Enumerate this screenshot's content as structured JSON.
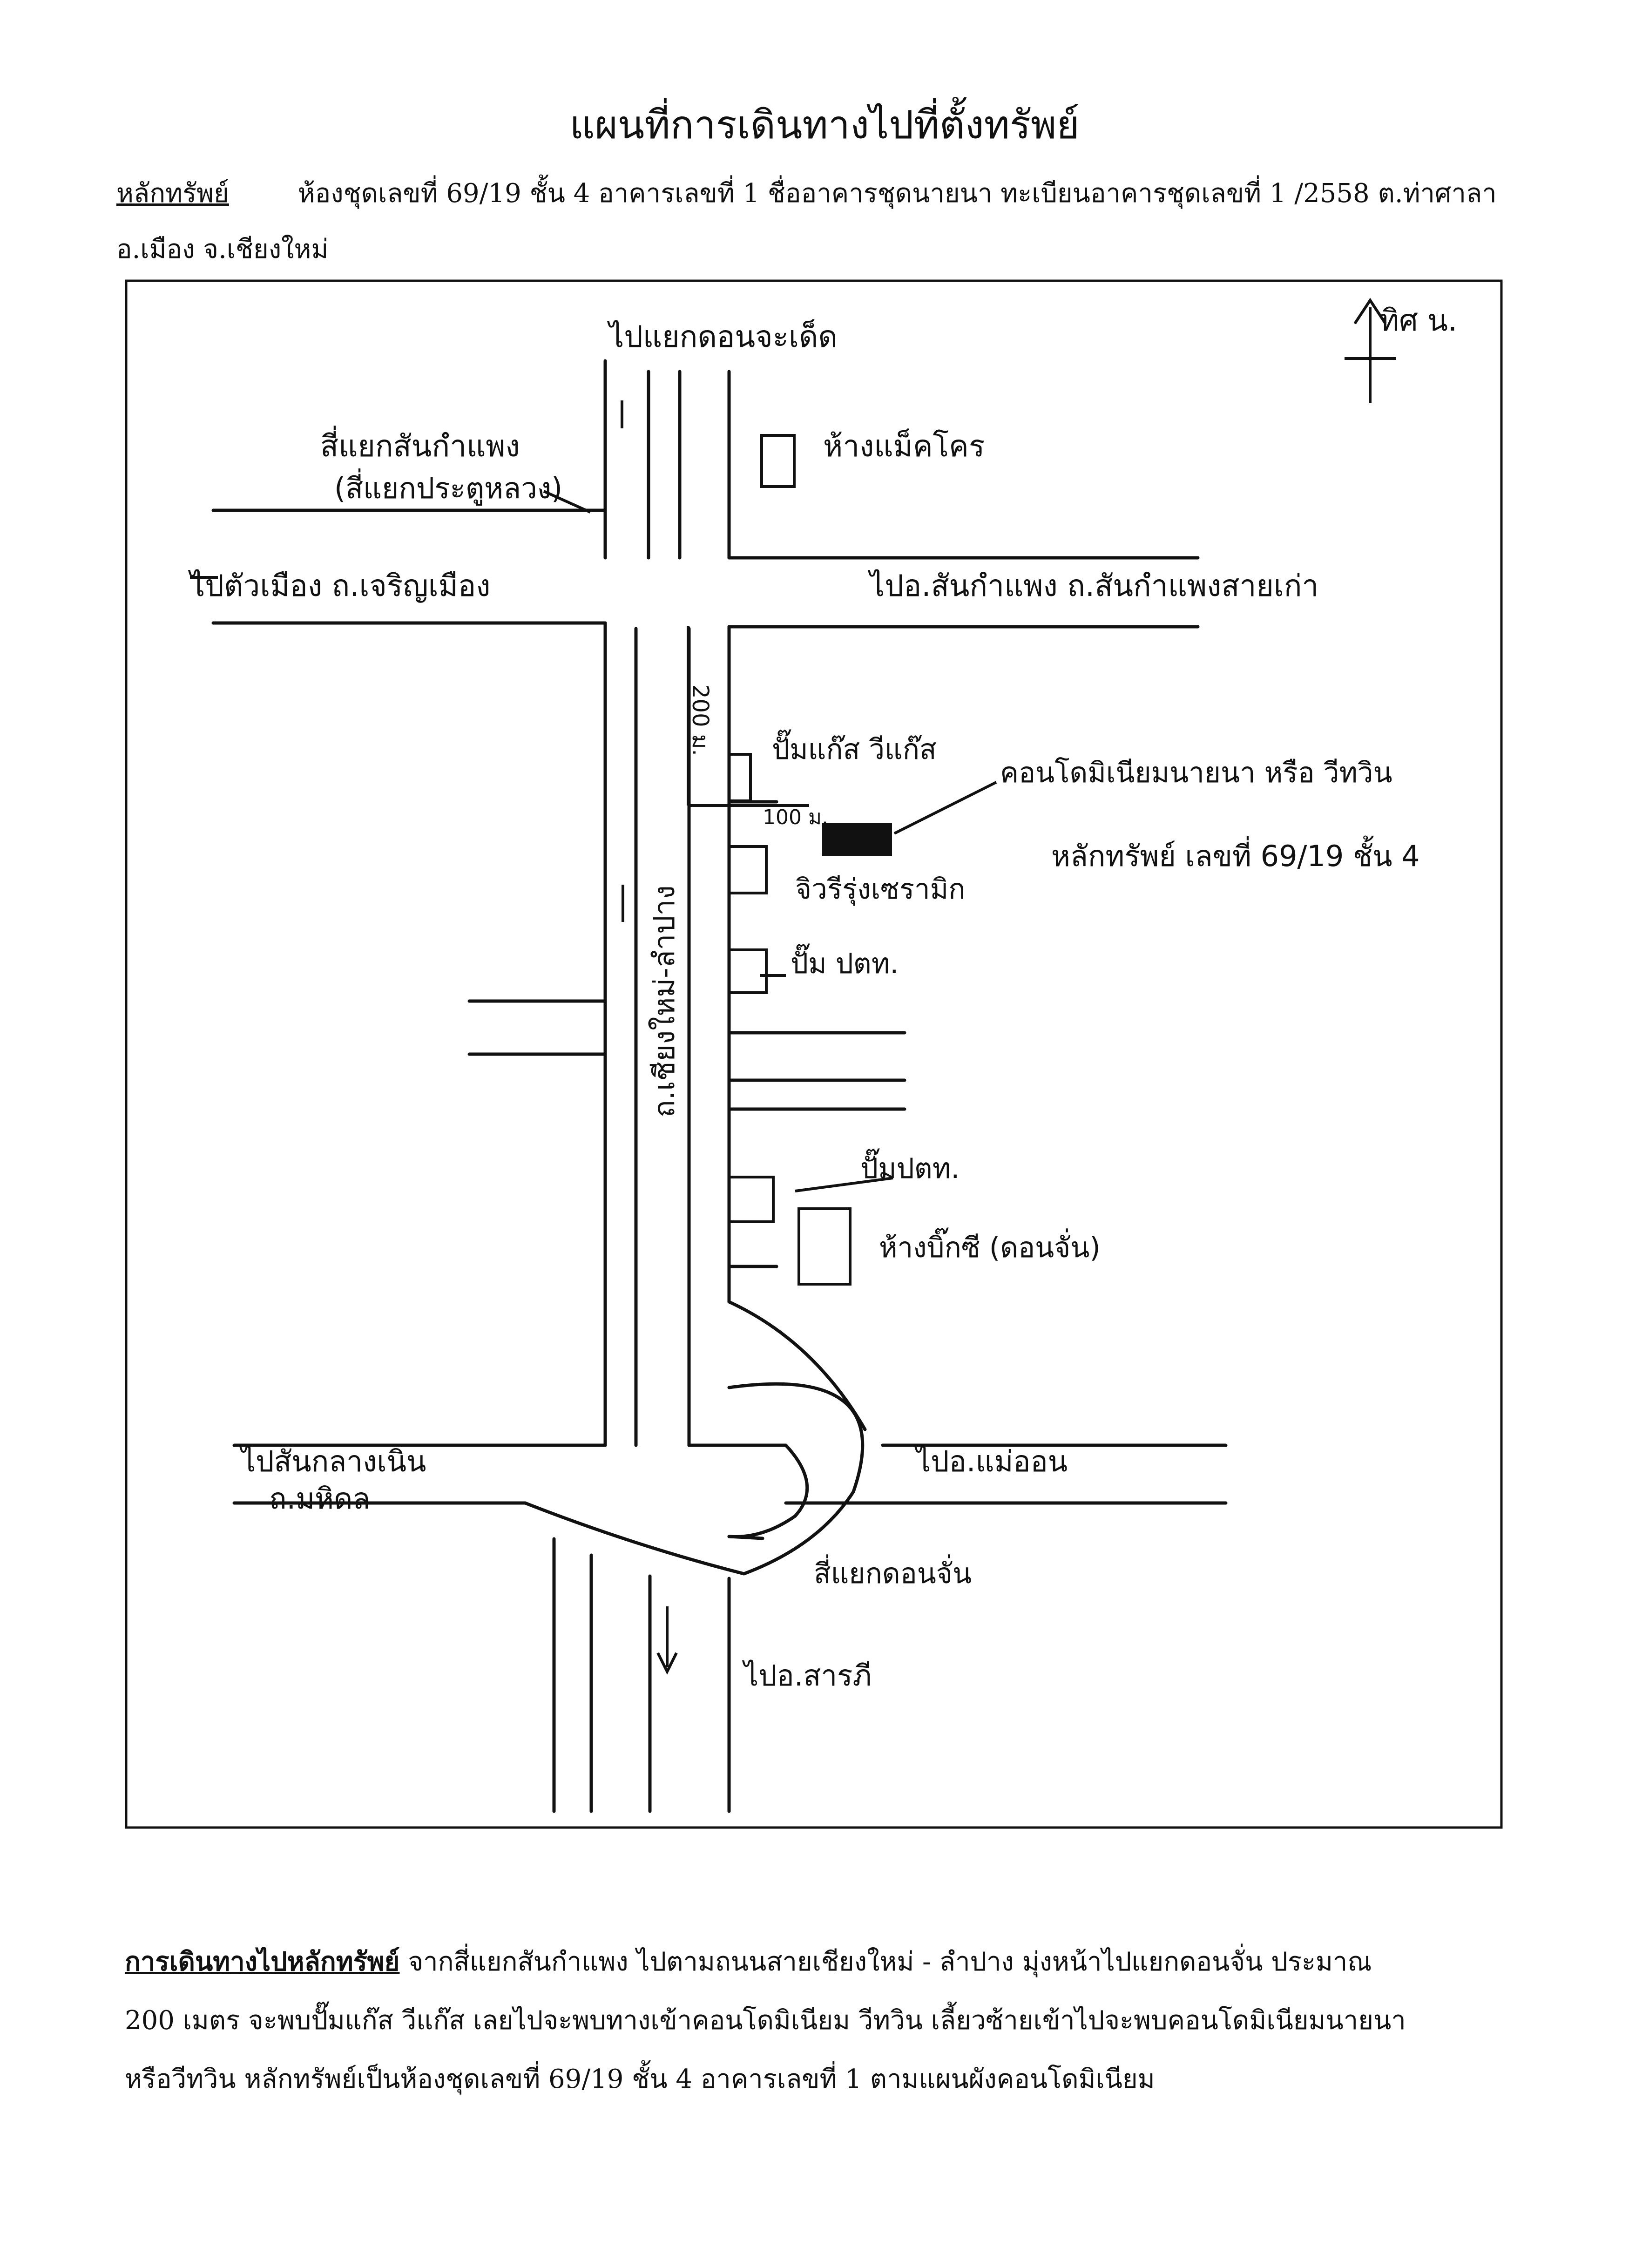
{
  "title": "แผนที่การเดินทางไปที่ตั้งทรัพย์",
  "property": {
    "label": "หลักทรัพย์",
    "line1": "ห้องชุดเลขที่ 69/19 ชั้น 4 อาคารเลขที่ 1 ชื่ออาคารชุดนายนา ทะเบียนอาคารชุดเลขที่ 1 /2558 ต.ท่าศาลา",
    "line2": "อ.เมือง จ.เชียงใหม่"
  },
  "map": {
    "north": "ทิศ น.",
    "labels": {
      "top_road": "ไปแยกดอนจะเด็ด",
      "top_left_junction": "สี่แยกสันกำแพง",
      "top_left_junction_alt": "(สี่แยกประตูหลวง)",
      "left_road": "ไปตัวเมือง ถ.เจริญเมือง",
      "right_road": "ไปอ.สันกำแพง ถ.สันกำแพงสายเก่า",
      "makro": "ห้างแม็คโคร",
      "gas_station": "ปั๊มแก๊ส วีแก๊ส",
      "dist_200": "200 ม.",
      "dist_100": "100 ม.",
      "condo": "คอนโดมิเนียมนายนา หรือ วีทวิน",
      "asset": "หลักทรัพย์ เลขที่ 69/19 ชั้น 4",
      "ceramic": "จิวรีรุ่งเซรามิก",
      "ptt1": "ปั๊ม ปตท.",
      "main_road": "ถ.เชียงใหม่-ลำปาง",
      "ptt2": "ปั๊มปตท.",
      "big_c": "ห้างบิ๊กซี (ดอนจั่น)",
      "bottom_left_road": "ไปสันกลางเนิน",
      "bottom_left_road2": "ถ.มหิดล",
      "bottom_right_road": "ไปอ.แม่ออน",
      "don_chan_junction": "สี่แยกดอนจั่น",
      "bottom_road": "ไปอ.สารภี"
    }
  },
  "directions": {
    "label": "การเดินทางไปหลักทรัพย์",
    "line1": "จากสี่แยกสันกำแพง ไปตามถนนสายเชียงใหม่ - ลำปาง มุ่งหน้าไปแยกดอนจั่น ประมาณ",
    "line2": "200 เมตร จะพบปั๊มแก๊ส วีแก๊ส เลยไปจะพบทางเข้าคอนโดมิเนียม วีทวิน เลี้ยวซ้ายเข้าไปจะพบคอนโดมิเนียมนายนา",
    "line3": "หรือวีทวิน หลักทรัพย์เป็นห้องชุดเลขที่ 69/19 ชั้น 4 อาคารเลขที่ 1 ตามแผนผังคอนโดมิเนียม"
  }
}
